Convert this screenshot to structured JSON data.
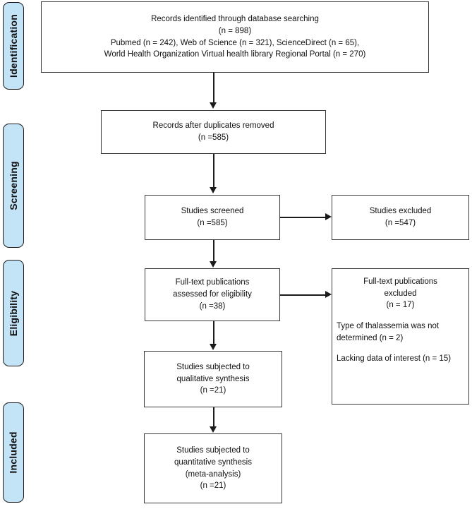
{
  "diagram": {
    "type": "prisma-flow-diagram",
    "accent_color": "#c3e3f7",
    "border_color": "#3a3a3a",
    "stages": [
      {
        "id": "identification",
        "label": "Identification"
      },
      {
        "id": "screening",
        "label": "Screening"
      },
      {
        "id": "eligibility",
        "label": "Eligibility"
      },
      {
        "id": "included",
        "label": "Included"
      }
    ],
    "boxes": {
      "records_identified": {
        "line1": "Records identified through database searching",
        "line2": "(n = 898)",
        "line3": "Pubmed (n = 242), Web of Science (n = 321), ScienceDirect (n = 65),",
        "line4": "World Health Organization Virtual health library Regional Portal (n = 270)"
      },
      "records_after_duplicates": {
        "line1": "Records after duplicates removed",
        "line2": "(n =585)"
      },
      "studies_screened": {
        "line1": "Studies screened",
        "line2": "(n =585)"
      },
      "studies_excluded": {
        "line1": "Studies excluded",
        "line2": "(n =547)"
      },
      "fulltext_assessed": {
        "line1": "Full-text publications",
        "line2": "assessed for eligibility",
        "line3": "(n =38)"
      },
      "fulltext_excluded": {
        "line1": "Full-text publications",
        "line2": "excluded",
        "line3": "(n = 17)",
        "reason1": "Type of thalassemia was not determined (n =  2)",
        "reason2": "Lacking data of interest (n =  15)"
      },
      "qualitative_synthesis": {
        "line1": "Studies subjected to",
        "line2": "qualitative synthesis",
        "line3": "(n =21)"
      },
      "quantitative_synthesis": {
        "line1": "Studies subjected to",
        "line2": "quantitative synthesis",
        "line3": "(meta-analysis)",
        "line4": "(n =21)"
      }
    }
  }
}
